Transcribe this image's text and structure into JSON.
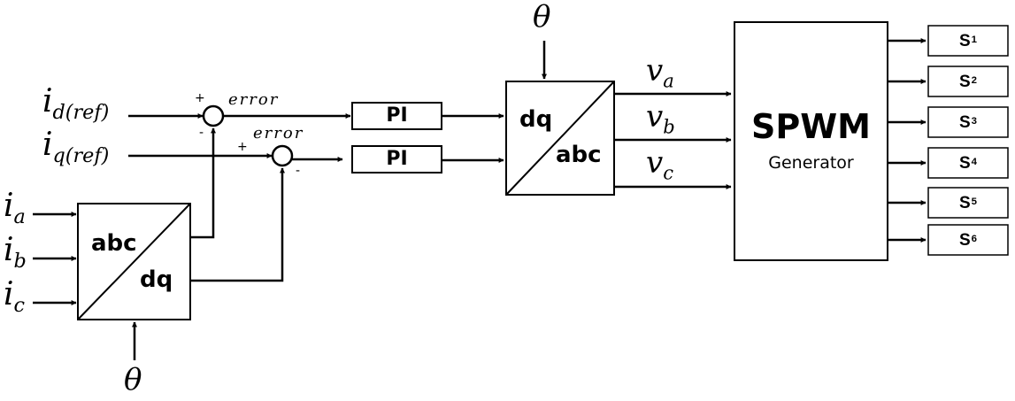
{
  "inputs": {
    "id_ref": {
      "var": "i",
      "sub": "d(ref)"
    },
    "iq_ref": {
      "var": "i",
      "sub": "q(ref)"
    },
    "ia": {
      "var": "i",
      "sub": "a"
    },
    "ib": {
      "var": "i",
      "sub": "b"
    },
    "ic": {
      "var": "i",
      "sub": "c"
    }
  },
  "theta": "θ",
  "summing": {
    "d": {
      "error": "error",
      "plus": "+",
      "minus": "-"
    },
    "q": {
      "error": "error",
      "plus": "+",
      "minus": "-"
    }
  },
  "pi": {
    "d": "PI",
    "q": "PI"
  },
  "abc_dq": {
    "top": "abc",
    "bottom": "dq"
  },
  "dq_abc": {
    "top": "dq",
    "bottom": "abc"
  },
  "voltages": {
    "va": {
      "var": "v",
      "sub": "a"
    },
    "vb": {
      "var": "v",
      "sub": "b"
    },
    "vc": {
      "var": "v",
      "sub": "c"
    }
  },
  "spwm": {
    "title": "SPWM",
    "subtitle": "Generator"
  },
  "switches": [
    {
      "name": "S",
      "sub": "1"
    },
    {
      "name": "S",
      "sub": "2"
    },
    {
      "name": "S",
      "sub": "3"
    },
    {
      "name": "S",
      "sub": "4"
    },
    {
      "name": "S",
      "sub": "5"
    },
    {
      "name": "S",
      "sub": "6"
    }
  ]
}
